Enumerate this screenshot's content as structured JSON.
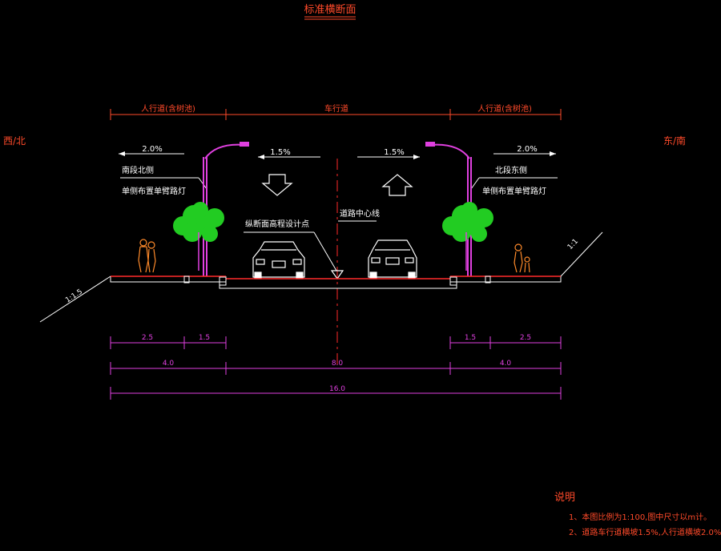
{
  "title": "标准横断面",
  "side_labels": {
    "west": "西/北",
    "east": "东/南"
  },
  "zones": {
    "left": "人行道(含树池)",
    "center": "车行道",
    "right": "人行道(含树池)"
  },
  "slopes": {
    "left_walk": "2.0%",
    "left_road": "1.5%",
    "right_road": "1.5%",
    "right_walk": "2.0%",
    "left_bank": "1:1.5",
    "right_bank": "1:1"
  },
  "callouts": {
    "left_line1": "南段北侧",
    "left_line2": "单侧布置单臂路灯",
    "right_line1": "北段东侧",
    "right_line2": "单侧布置单臂路灯",
    "design_point": "纵断面高程设计点",
    "centerline": "道路中心线"
  },
  "dims": {
    "left_tree": "2.5",
    "left_walk": "1.5",
    "right_walk": "1.5",
    "right_tree": "2.5",
    "left_total": "4.0",
    "center_total": "8.0",
    "right_total": "4.0",
    "grand_total": "16.0"
  },
  "notes": {
    "title": "说明",
    "items": [
      "1、本图比例为1:100,图中尺寸以m计。",
      "2、道路车行道横坡1.5%,人行道横坡2.0%。"
    ]
  },
  "colors": {
    "magenta": "#e040e0",
    "orange": "#ff4a2a",
    "white": "#ffffff",
    "red": "#ff2a2a",
    "green": "#22cc22"
  }
}
